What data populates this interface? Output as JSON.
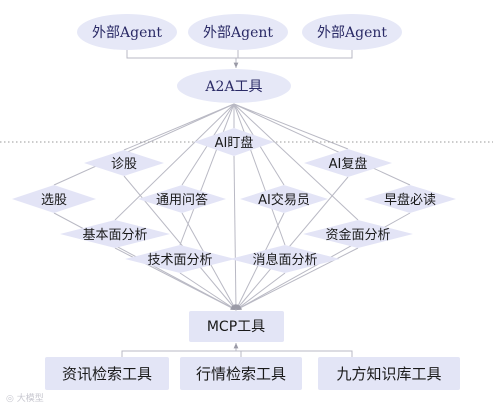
{
  "agents": [
    "外部Agent",
    "外部Agent",
    "外部Agent"
  ],
  "a2a_tool": "A2A工具",
  "nodes": {
    "ai_watch": "AI盯盘",
    "diagnose": "诊股",
    "ai_review": "AI复盘",
    "pick": "选股",
    "general_qa": "通用问答",
    "ai_trader": "AI交易员",
    "morning_read": "早盘必读",
    "fundamental": "基本面分析",
    "capital": "资金面分析",
    "technical": "技术面分析",
    "news": "消息面分析"
  },
  "mcp_tool": "MCP工具",
  "tools": [
    "资讯检索工具",
    "行情检索工具",
    "九方知识库工具"
  ],
  "watermark": "大模型",
  "colors": {
    "ellipse_fill": "#e6e8f7",
    "diamond_fill": "#e3e4f6",
    "box_fill": "#e3e5f6",
    "line": "#b9b9c4",
    "separator": "#9a9a9a"
  }
}
